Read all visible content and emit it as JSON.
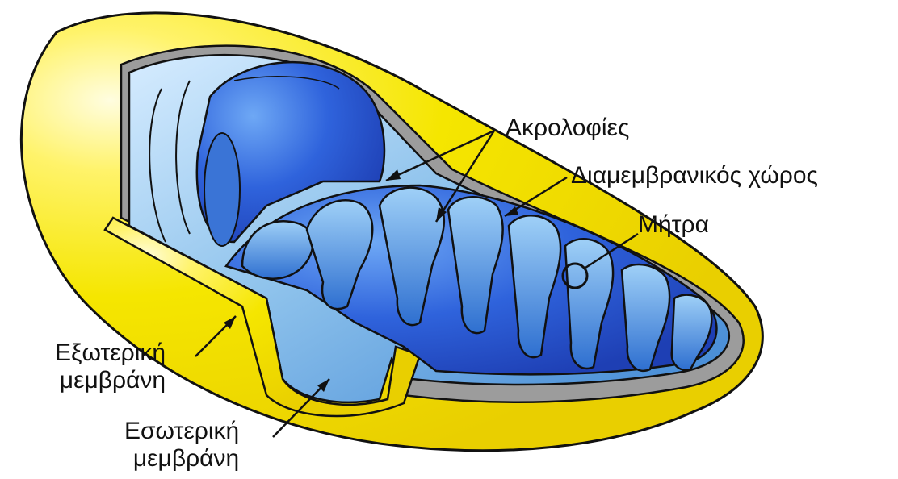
{
  "labels": {
    "cristae": "Ακρολοφίες",
    "intermembrane_space": "Διαμεμβρανικός χώρος",
    "matrix": "Μήτρα",
    "outer_membrane": {
      "line1": "Εξωτερική",
      "line2": "μεμβράνη"
    },
    "inner_membrane": {
      "line1": "Εσωτερική",
      "line2": "μεμβράνη"
    }
  },
  "colors": {
    "outer_membrane": "#f5e600",
    "outer_membrane_highlight": "#fff9b0",
    "inner_membrane": "#8fc3ec",
    "inner_membrane_dark": "#3a7fd0",
    "matrix": "#2a5fd8",
    "intermembrane_space": "#a8a8a8",
    "outline": "#111111"
  }
}
